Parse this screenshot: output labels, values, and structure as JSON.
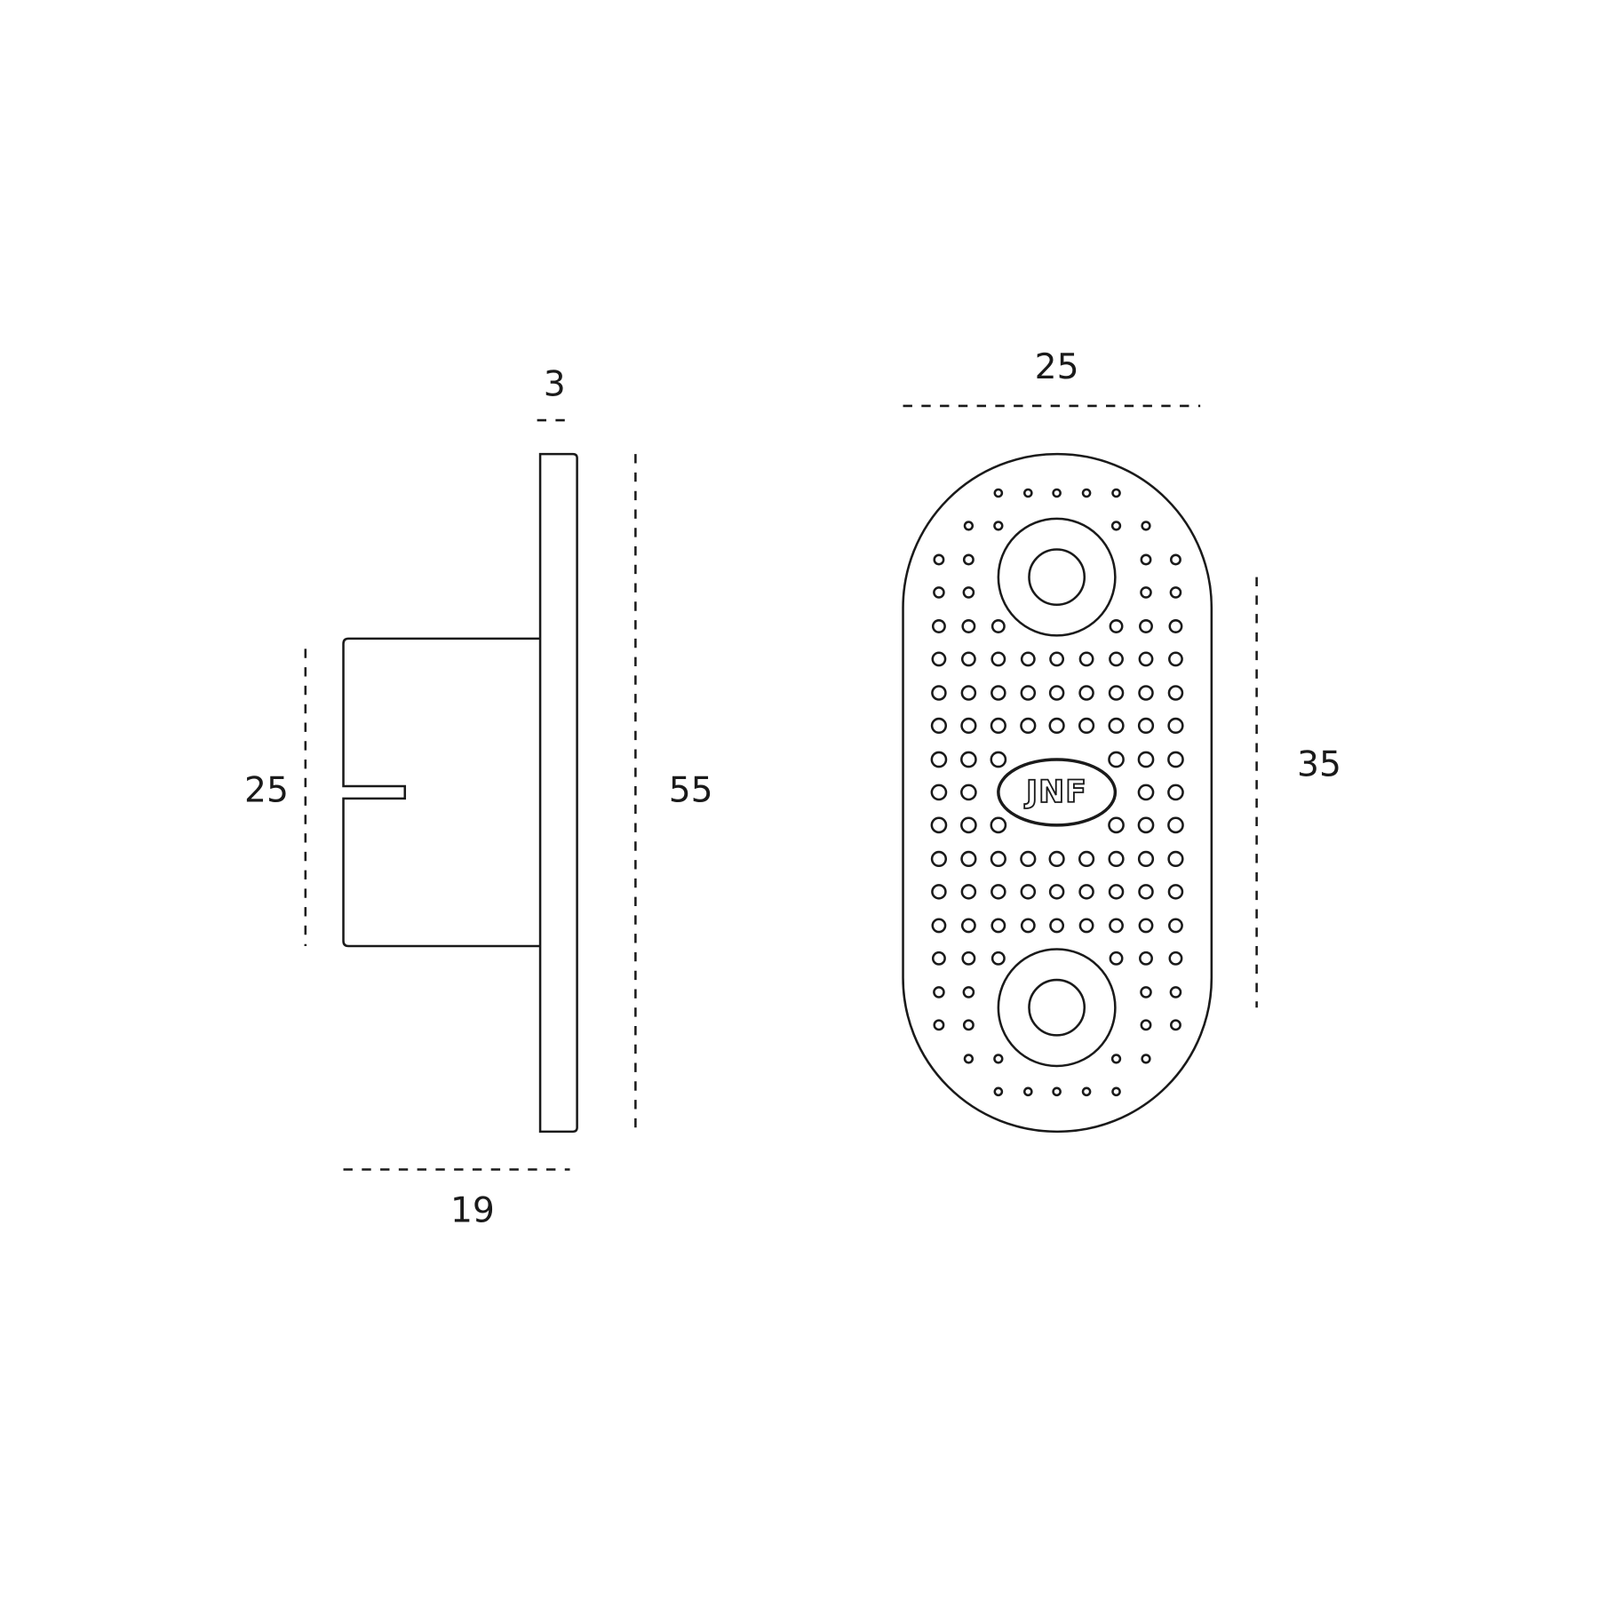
{
  "side_view": {
    "plate_thickness": "3",
    "total_height": "55",
    "body_height": "25",
    "total_depth": "19"
  },
  "front_view": {
    "width": "25",
    "hole_spacing": "35",
    "logo_text": "JNF"
  },
  "colors": {
    "line": "#1a1a1a",
    "background": "#ffffff"
  }
}
